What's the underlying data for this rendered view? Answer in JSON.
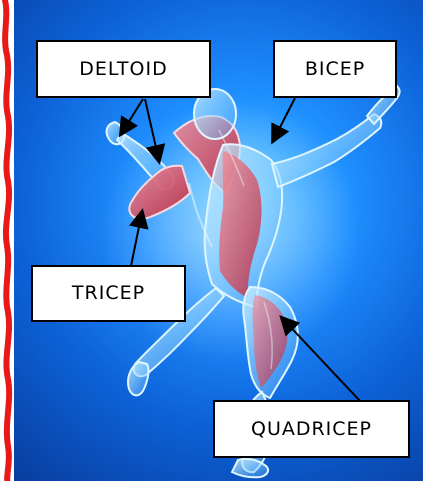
{
  "labels": {
    "deltoid": "DELTOID",
    "bicep": "BICEP",
    "tricep": "TRICEP",
    "quadricep": "QUADRICEP"
  },
  "colors": {
    "border_red": "#e81919",
    "background_blue": "#1f8fff",
    "muscle_red": "#d5525f",
    "body_glow": "#b9e7ff",
    "label_border": "#000000"
  }
}
